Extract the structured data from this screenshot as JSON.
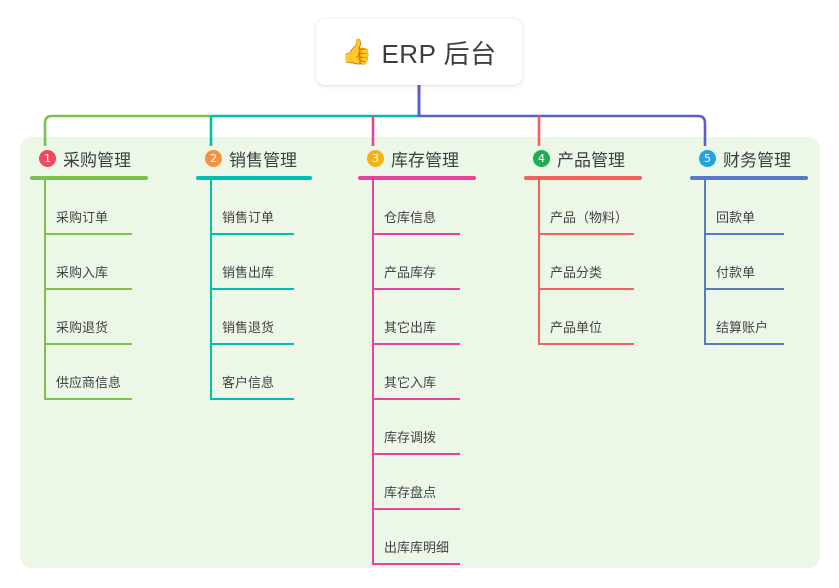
{
  "root": {
    "icon": "thumbs-up-icon",
    "icon_glyph": "👍",
    "title": "ERP 后台"
  },
  "theme": {
    "page_background": "#ffffff",
    "panel_background": "#edf7e8",
    "card_background": "#ffffff",
    "title_text": "#3c3f41",
    "leaf_text": "#404346",
    "stem": "#5b5fc7"
  },
  "columns": [
    {
      "number": "1",
      "title": "采购管理",
      "badge_color": "#ef4a62",
      "line_color": "#7cc04e",
      "bus_color": "#7cc04e",
      "items": [
        "采购订单",
        "采购入库",
        "采购退货",
        "供应商信息"
      ]
    },
    {
      "number": "2",
      "title": "销售管理",
      "badge_color": "#f5923e",
      "line_color": "#00bfb0",
      "bus_color": "#00bfb0",
      "items": [
        "销售订单",
        "销售出库",
        "销售退货",
        "客户信息"
      ]
    },
    {
      "number": "3",
      "title": "库存管理",
      "badge_color": "#f0b419",
      "line_color": "#e8439c",
      "bus_color": "#5b5fc7",
      "items": [
        "仓库信息",
        "产品库存",
        "其它出库",
        "其它入库",
        "库存调拨",
        "库存盘点",
        "出库库明细"
      ]
    },
    {
      "number": "4",
      "title": "产品管理",
      "badge_color": "#22ab55",
      "line_color": "#f4605c",
      "bus_color": "#5b5fc7",
      "items": [
        "产品（物料）",
        "产品分类",
        "产品单位"
      ]
    },
    {
      "number": "5",
      "title": "财务管理",
      "badge_color": "#23a3e0",
      "line_color": "#5878c8",
      "bus_color": "#5b5fc7",
      "items": [
        "回款单",
        "付款单",
        "结算账户"
      ]
    }
  ]
}
